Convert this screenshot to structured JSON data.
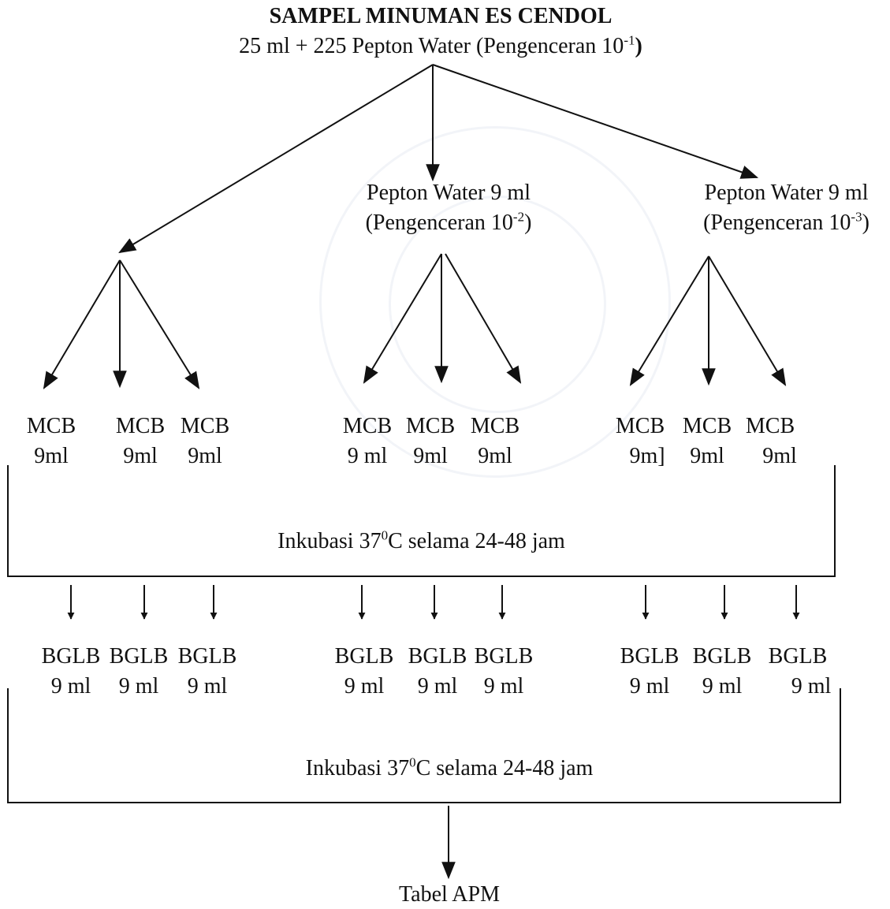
{
  "header": {
    "title": "SAMPEL MINUMAN ES CENDOL",
    "subtitle_prefix": "25 ml + 225 Pepton Water (Pengenceran 10",
    "subtitle_exp": "-1",
    "subtitle_suffix": ")"
  },
  "dilutions": [
    {
      "line1": "Pepton Water 9 ml",
      "line2_prefix": "(Pengenceran 10",
      "exp": "-2",
      "line2_suffix": ")"
    },
    {
      "line1": "Pepton Water 9 ml",
      "line2_prefix": "(Pengenceran 10",
      "exp": "-3",
      "line2_suffix": ")"
    }
  ],
  "mcb_tubes": [
    {
      "name": "MCB",
      "volume": "9ml"
    },
    {
      "name": "MCB",
      "volume": "9ml"
    },
    {
      "name": "MCB",
      "volume": "9ml"
    },
    {
      "name": "MCB",
      "volume": "9 ml"
    },
    {
      "name": "MCB",
      "volume": "9ml"
    },
    {
      "name": "MCB",
      "volume": "9ml"
    },
    {
      "name": "MCB",
      "volume": "9m]"
    },
    {
      "name": "MCB",
      "volume": "9ml"
    },
    {
      "name": "MCB",
      "volume": "9ml"
    }
  ],
  "incubation_1": {
    "prefix": "Inkubasi 37",
    "exp": "0",
    "suffix": "C selama 24-48 jam"
  },
  "bglb_tubes": [
    {
      "name": "BGLB",
      "volume": "9 ml"
    },
    {
      "name": "BGLB",
      "volume": "9 ml"
    },
    {
      "name": "BGLB",
      "volume": "9 ml"
    },
    {
      "name": "BGLB",
      "volume": "9 ml"
    },
    {
      "name": "BGLB",
      "volume": "9 ml"
    },
    {
      "name": "BGLB",
      "volume": "9 ml"
    },
    {
      "name": "BGLB",
      "volume": "9 ml"
    },
    {
      "name": "BGLB",
      "volume": "9 ml"
    },
    {
      "name": "BGLB",
      "volume": "9 ml"
    }
  ],
  "incubation_2": {
    "prefix": "Inkubasi 37",
    "exp": "0",
    "suffix": "C selama 24-48 jam"
  },
  "result": "Tabel APM"
}
